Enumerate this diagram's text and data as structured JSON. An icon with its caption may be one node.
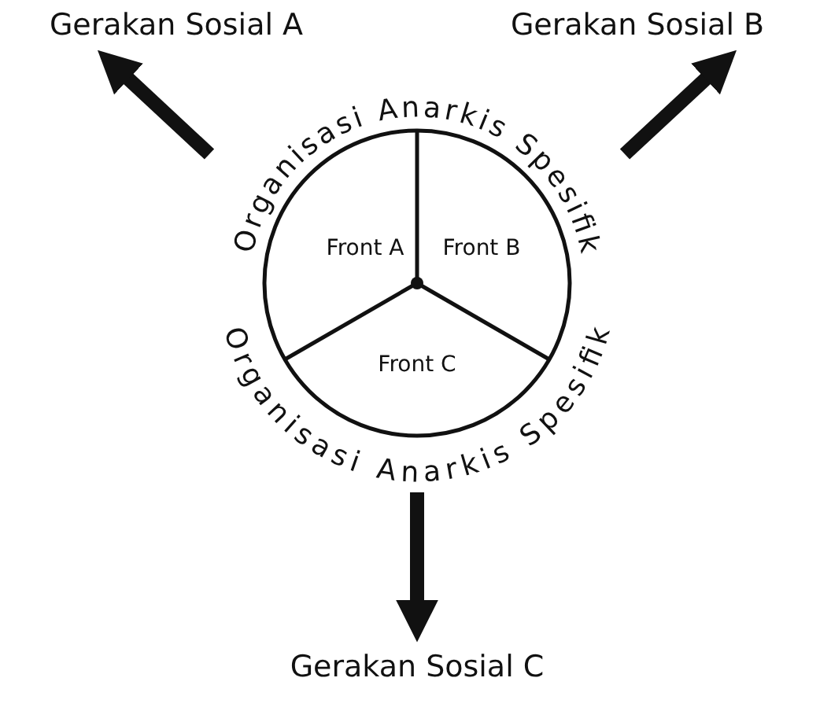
{
  "diagram": {
    "nodes": [
      {
        "text": [
          "Organisasi Anarkis Spesifik",
          "Organisasi Anarkis Spesifik"
        ]
      },
      {
        "text": [
          "Front A"
        ],
        "in": 0
      },
      {
        "text": [
          "Front B"
        ],
        "in": 0
      },
      {
        "text": [
          "Front C"
        ],
        "in": 0
      },
      {
        "text": [
          "Gerakan Sosial A"
        ]
      },
      {
        "text": [
          "Gerakan Sosial B"
        ]
      },
      {
        "text": [
          "Gerakan Sosial C"
        ]
      }
    ],
    "edges": [
      {
        "from": 0,
        "to": 4,
        "arrow": "to"
      },
      {
        "from": 0,
        "to": 5,
        "arrow": "to"
      },
      {
        "from": 0,
        "to": 6,
        "arrow": "to"
      }
    ]
  }
}
